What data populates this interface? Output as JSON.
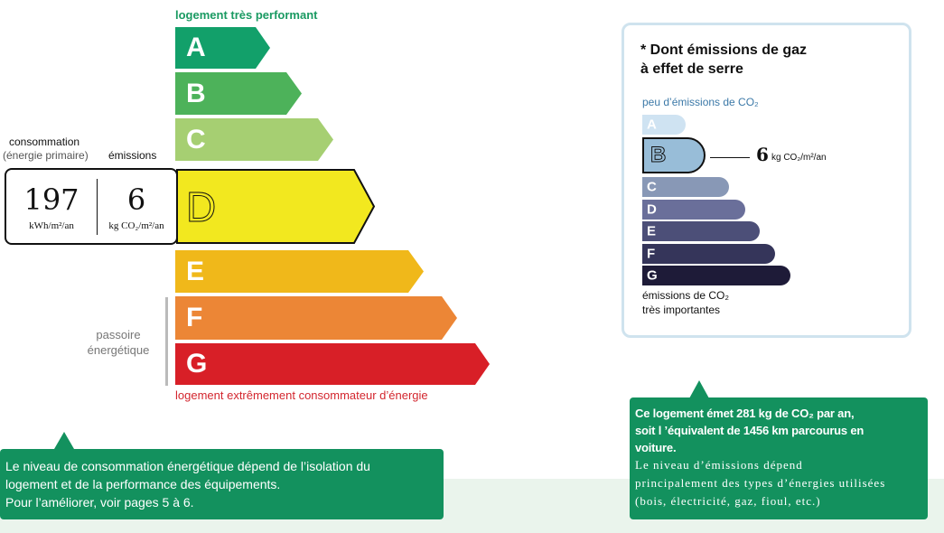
{
  "dpe": {
    "top_caption": "logement très performant",
    "bottom_caption": "logement extrêmement consommateur d’énergie",
    "classes": [
      {
        "letter": "A",
        "color": "#12a06a"
      },
      {
        "letter": "B",
        "color": "#4db25a"
      },
      {
        "letter": "C",
        "color": "#a6cf72"
      },
      {
        "letter": "D",
        "color": "#f2e81f"
      },
      {
        "letter": "E",
        "color": "#f0b81a"
      },
      {
        "letter": "F",
        "color": "#ec8636"
      },
      {
        "letter": "G",
        "color": "#d81f27"
      }
    ],
    "current_class": "D",
    "consumption_label": "consommation",
    "consumption_sublabel": "(énergie primaire)",
    "emissions_label": "émissions",
    "consumption_value": "197",
    "consumption_unit": "kWh/m²/an",
    "emissions_value": "6",
    "emissions_unit": "kg CO₂/m²/an",
    "passoire_line1": "passoire",
    "passoire_line2": "énergétique"
  },
  "ges": {
    "title_line1": "* Dont émissions de gaz",
    "title_line2": "à effet de serre",
    "top_caption": "peu d’émissions de CO₂",
    "bottom_caption_line1": "émissions de CO₂",
    "bottom_caption_line2": "très importantes",
    "classes": [
      {
        "letter": "A",
        "color": "#cfe3f2"
      },
      {
        "letter": "B",
        "color": "#98bdd8"
      },
      {
        "letter": "C",
        "color": "#8898b6"
      },
      {
        "letter": "D",
        "color": "#6a6f9a"
      },
      {
        "letter": "E",
        "color": "#4c4f78"
      },
      {
        "letter": "F",
        "color": "#35355a"
      },
      {
        "letter": "G",
        "color": "#1e1b38"
      }
    ],
    "current_class": "B",
    "value": "6",
    "unit": "kg CO₂/m²/an"
  },
  "info_left": {
    "line1": "Le niveau de consommation énergétique dépend de l’isolation du",
    "line2": "logement et de la performance des équipements.",
    "line3": "Pour l’améliorer, voir pages 5 à 6."
  },
  "info_right": {
    "bold_line1": "Ce logement émet  281 kg de CO₂ par an,",
    "bold_line2": "soit l ’équivalent de  1456 km parcourus en",
    "bold_line3": "voiture.",
    "line4": "Le niveau d’émissions dépend",
    "line5": "principalement des types d’énergies utilisées",
    "line6": "(bois, électricité, gaz, fioul, etc.)"
  }
}
